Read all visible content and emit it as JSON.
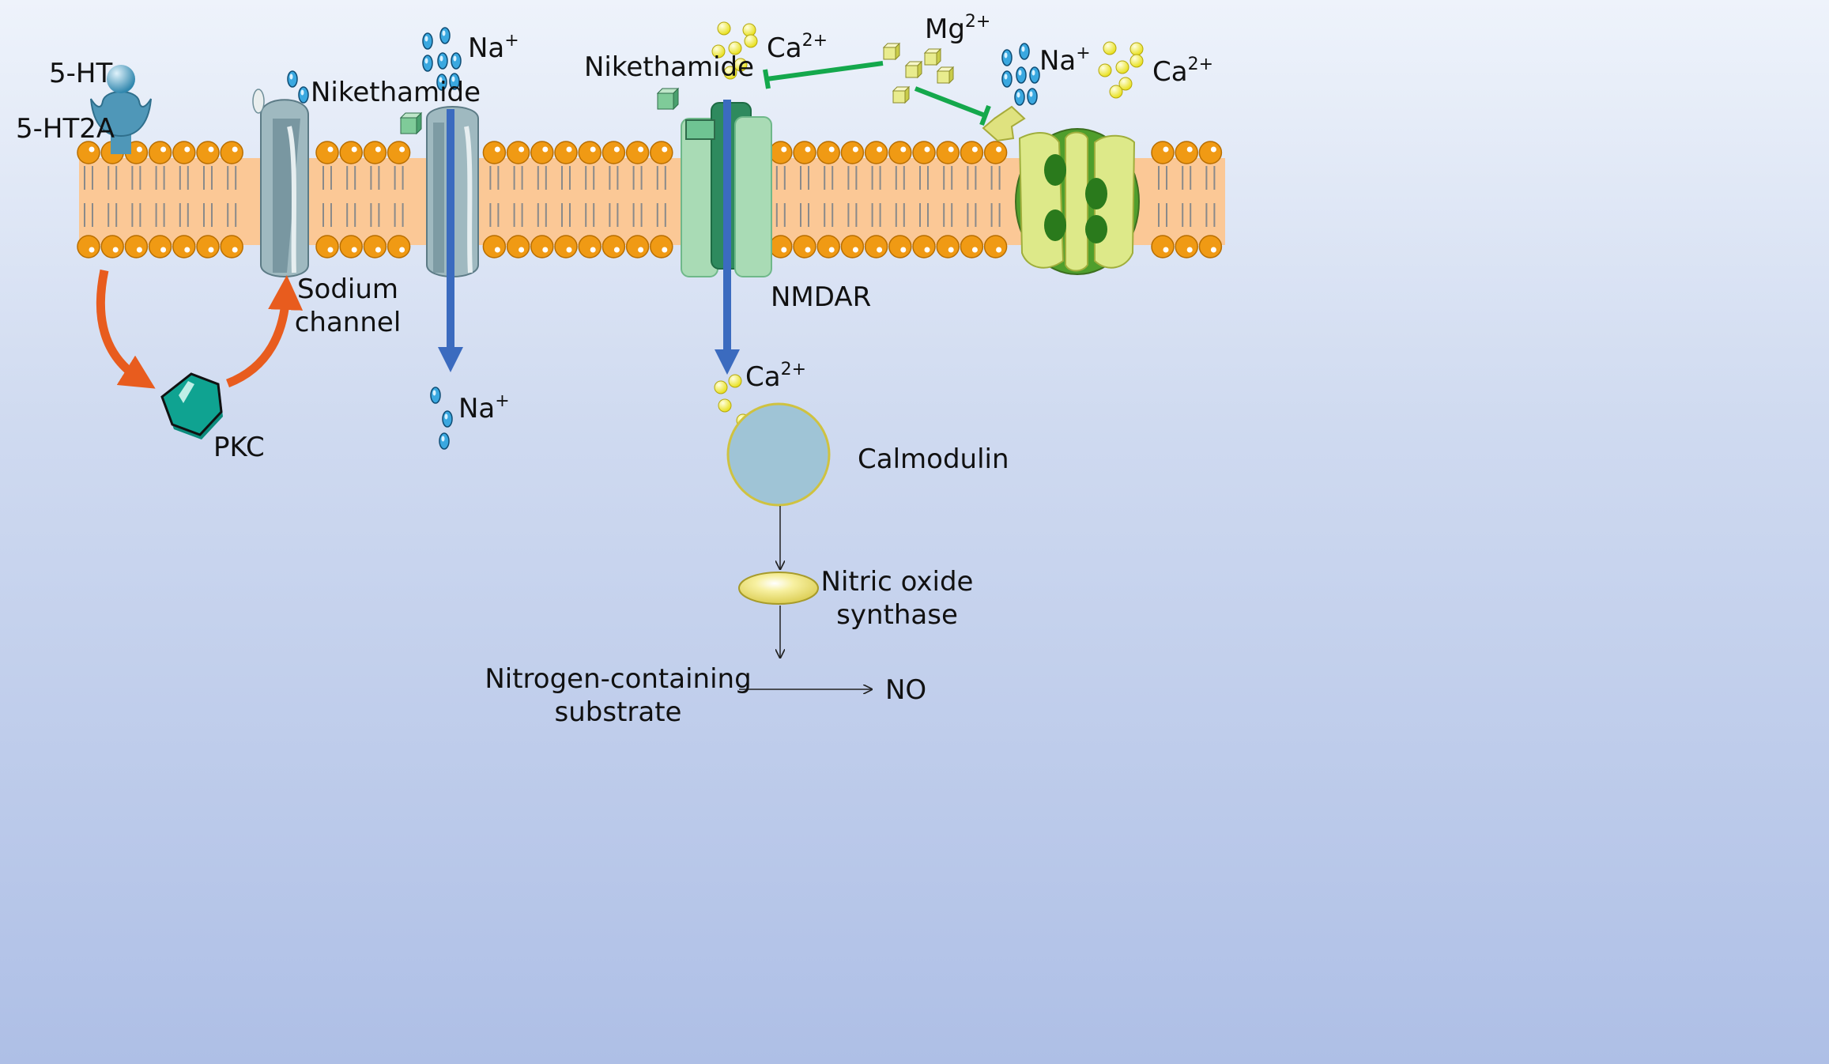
{
  "colors": {
    "membrane_fill": "#fbc896",
    "head": "#f09a14",
    "arrow_orange": "#e85c1e",
    "arrow_blue": "#3b6bbf",
    "inhibit_green": "#14a84c",
    "sodium_channel": "#9fb9c0",
    "nmdar": "#a9dbb5",
    "calmodulin": "#9fc4d6",
    "nos": "#f2ea8a",
    "pkc": "#0fa391",
    "na_ion": "#3aa8e0",
    "ca_ion": "#f2ee3a",
    "mg_cube": "#e9ec8e",
    "receptor": "#4f97b8"
  },
  "labels": {
    "serotonin": "5-HT",
    "receptor": "5-HT2A",
    "nikethamide_1": "Nikethamide",
    "na_top": "Na",
    "na_top_sup": "+",
    "sodium_channel_line1": "Sodium",
    "sodium_channel_line2": "channel",
    "pkc": "PKC",
    "na_bottom": "Na",
    "na_bottom_sup": "+",
    "nikethamide_2": "Nikethamide",
    "ca_top": "Ca",
    "ca_top_sup": "2+",
    "mg": "Mg",
    "mg_sup": "2+",
    "na_right": "Na",
    "na_right_sup": "+",
    "ca_right": "Ca",
    "ca_right_sup": "2+",
    "nmdar": "NMDAR",
    "ca_inside": "Ca",
    "ca_inside_sup": "2+",
    "calmodulin": "Calmodulin",
    "nos_line1": "Nitric oxide",
    "nos_line2": "synthase",
    "substrate_line1": "Nitrogen-containing",
    "substrate_line2": "substrate",
    "no": "NO"
  }
}
